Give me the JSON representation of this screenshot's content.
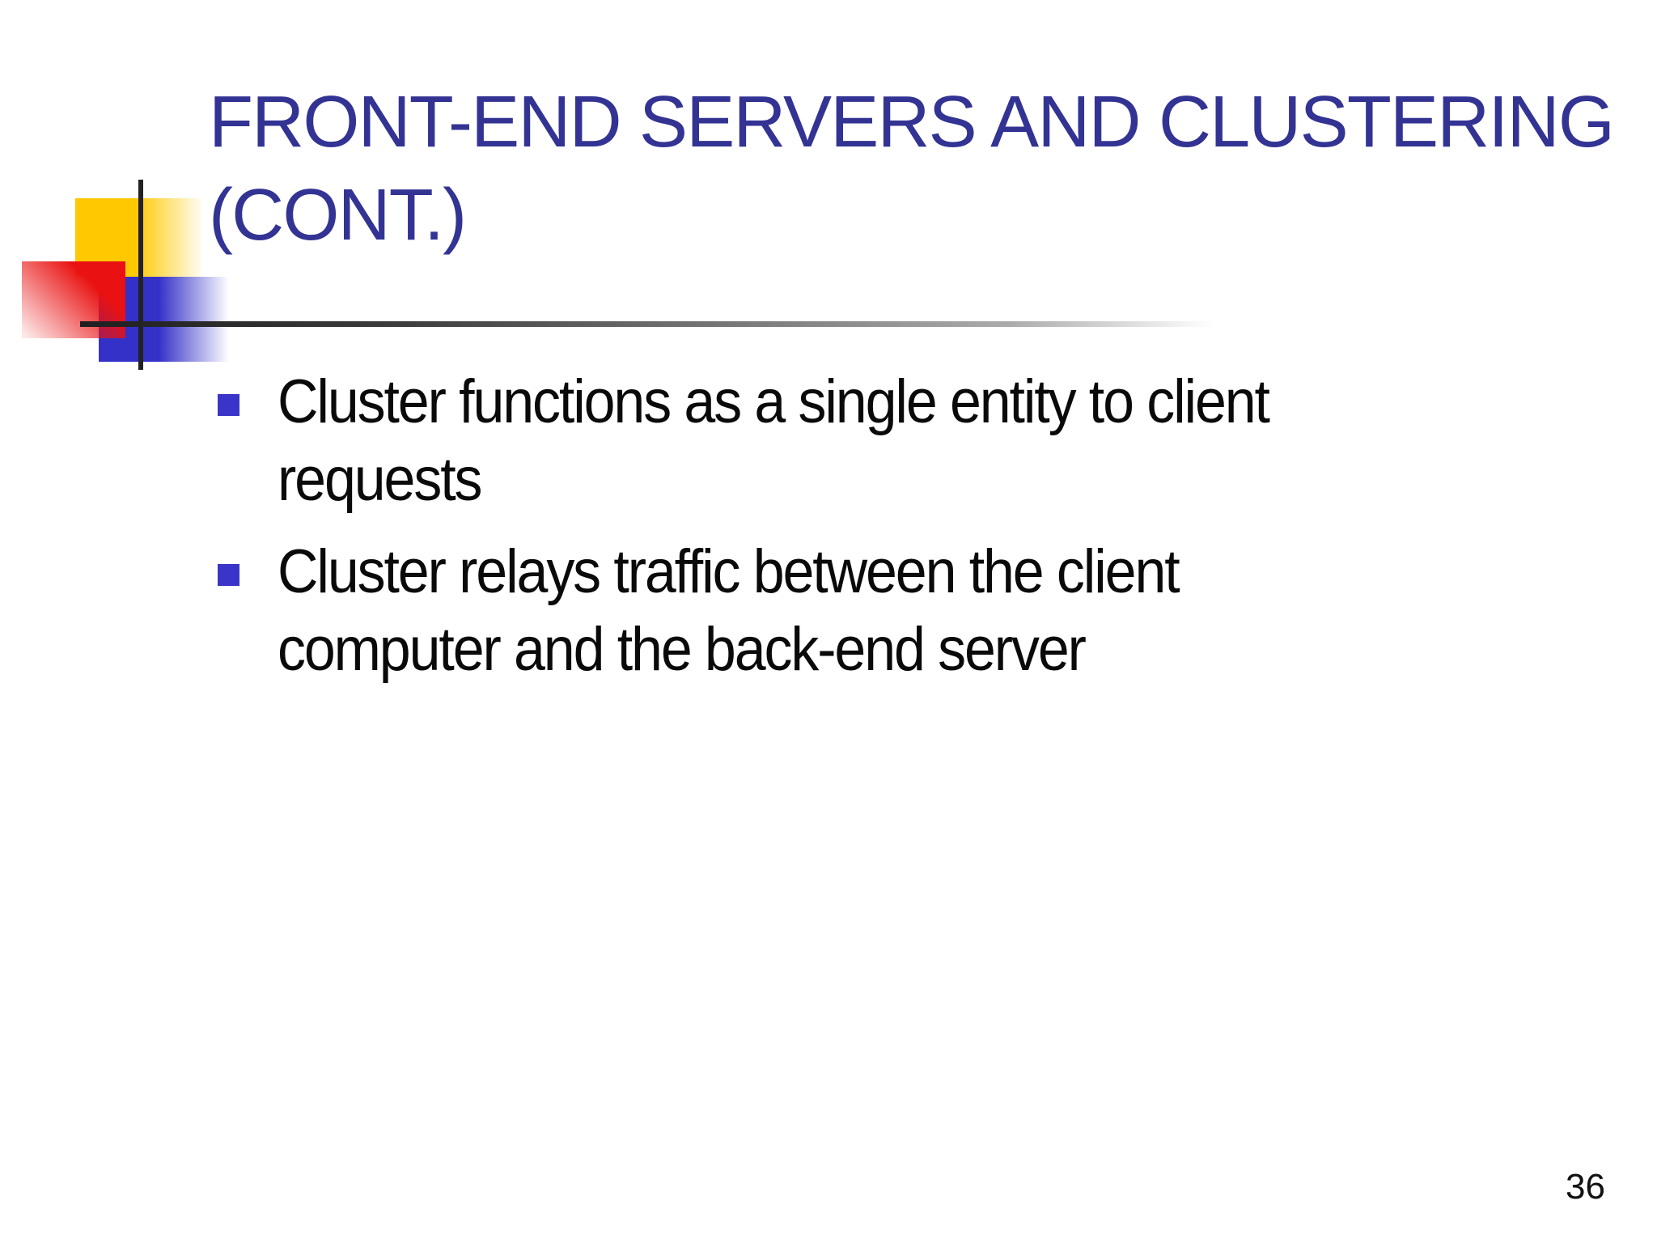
{
  "slide": {
    "title": {
      "lines": [
        "FRONT-END SERVERS AND CLUSTERING",
        "(CONT.)"
      ],
      "full_text": "FRONT-END SERVERS AND CLUSTERING (CONT.)"
    },
    "content": {
      "bullets": [
        {
          "marker": "square-bullet",
          "lines": [
            "Cluster functions as a single entity to client",
            "requests"
          ]
        },
        {
          "marker": "square-bullet",
          "lines": [
            "Cluster relays traffic between the client",
            "computer and the back-end server"
          ]
        }
      ]
    },
    "footer": {
      "page_number": "36"
    },
    "colors": {
      "title_text": "#333394",
      "body_text": "#0a0a0a",
      "bullet_marker": "#3a35c8",
      "accent_yellow": "#ffc800",
      "accent_red": "#e91111",
      "accent_blue": "#3431c8",
      "divider_line": "#1f1f1f"
    }
  }
}
